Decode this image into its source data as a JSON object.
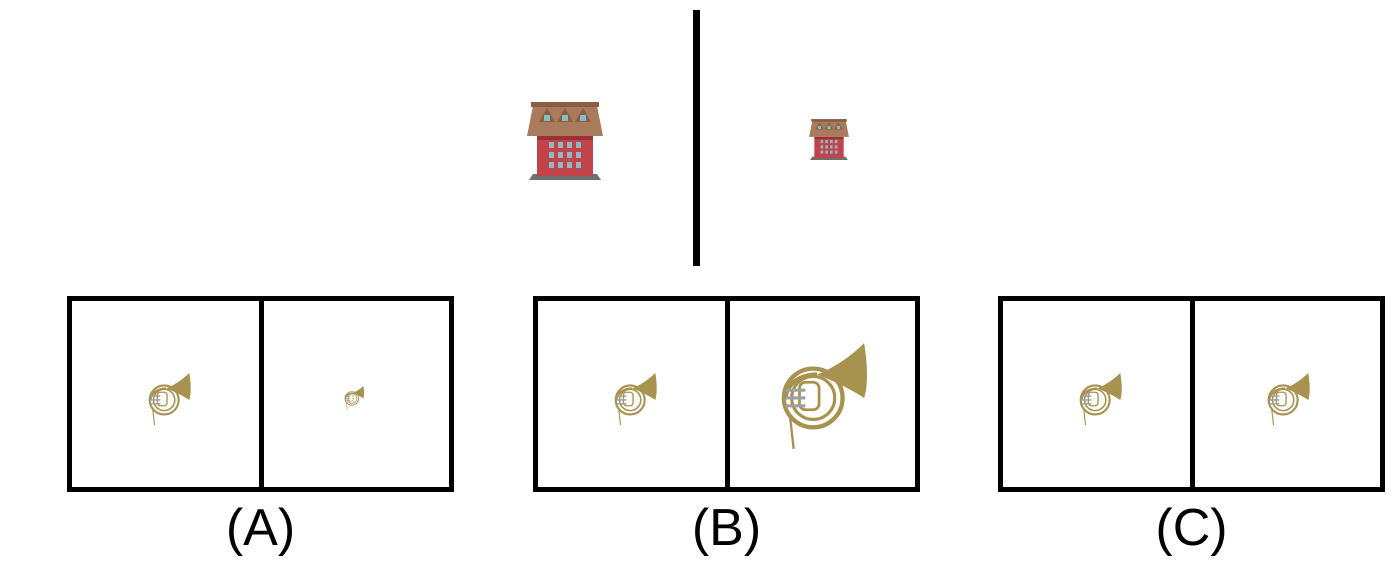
{
  "options": [
    {
      "label": "(A)"
    },
    {
      "label": "(B)"
    },
    {
      "label": "(C)"
    }
  ],
  "colors": {
    "border": "#000000",
    "roof": "#a97a5b",
    "wall": "#c0444a",
    "window": "#8fb8c9",
    "brass": "#a8924f"
  },
  "icons": {
    "reference_left": "building-icon",
    "reference_right": "building-icon",
    "option_object": "french-horn-icon"
  }
}
